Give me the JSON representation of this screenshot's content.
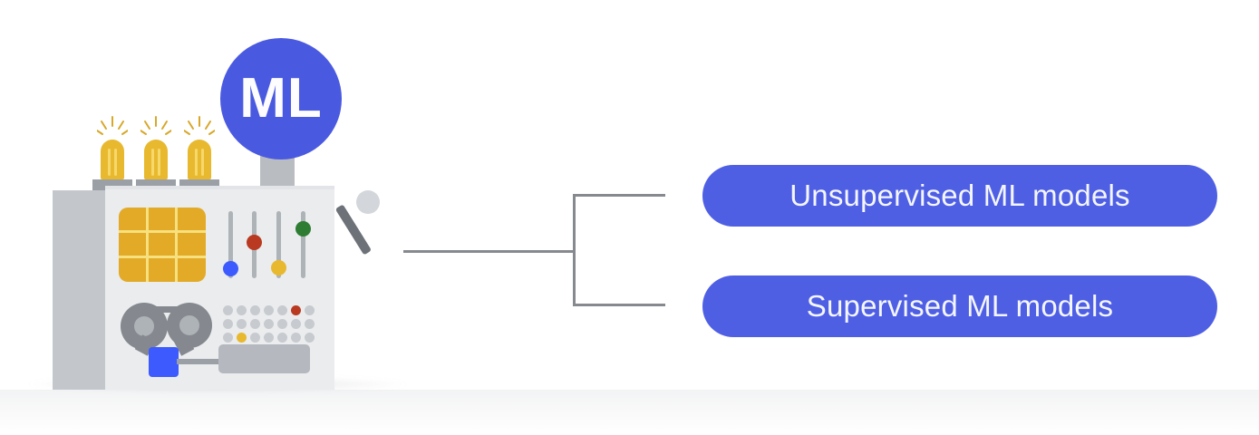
{
  "badge": {
    "label": "ML",
    "color": "#4a5ae0",
    "text_color": "#fdfdff",
    "icon": "ml-badge-circle"
  },
  "diagram": {
    "title_illustration": "machine-learning-machine",
    "connector": {
      "type": "bracket",
      "icon": "bracket-connector",
      "color": "#868a8f"
    }
  },
  "branches": [
    {
      "id": "unsupervised",
      "label": "Unsupervised ML models",
      "color": "#4f5fe3",
      "text_color": "#f4f6ff"
    },
    {
      "id": "supervised",
      "label": "Supervised ML models",
      "color": "#4f5fe3",
      "text_color": "#f4f6ff"
    }
  ],
  "machine": {
    "body_color": "#eaecee",
    "side_panel_color": "#c3c7cc",
    "bulbs": [
      {
        "name": "indicator-bulb-1",
        "color": "#e8b92e",
        "lit": true
      },
      {
        "name": "indicator-bulb-2",
        "color": "#e8b92e",
        "lit": true
      },
      {
        "name": "indicator-bulb-3",
        "color": "#e8b92e",
        "lit": true
      }
    ],
    "grid_panel": {
      "name": "gold-grid-panel",
      "color": "#e2aa27",
      "rows": 3,
      "cols": 3
    },
    "sliders": [
      {
        "name": "slider-1",
        "knob_color": "#3d5afe",
        "position": "low"
      },
      {
        "name": "slider-2",
        "knob_color": "#b93a20",
        "position": "mid"
      },
      {
        "name": "slider-3",
        "knob_color": "#e8b92e",
        "position": "low"
      },
      {
        "name": "slider-4",
        "knob_color": "#2e7d32",
        "position": "high"
      }
    ],
    "reels": [
      {
        "name": "tape-reel-left"
      },
      {
        "name": "tape-reel-right"
      }
    ],
    "blue_box": {
      "name": "blue-module",
      "color": "#3d5afe"
    },
    "gray_slab": {
      "name": "output-tray",
      "color": "#b5b9bf"
    },
    "dot_grid": {
      "name": "led-dot-grid",
      "rows": 3,
      "cols": 7,
      "accents": [
        {
          "row": 1,
          "col": 6,
          "color": "#b93a20"
        },
        {
          "row": 3,
          "col": 2,
          "color": "#e8b92e"
        }
      ]
    },
    "lever": {
      "name": "control-lever",
      "arm_color": "#6d7279",
      "ball_color": "#d3d6da"
    }
  }
}
